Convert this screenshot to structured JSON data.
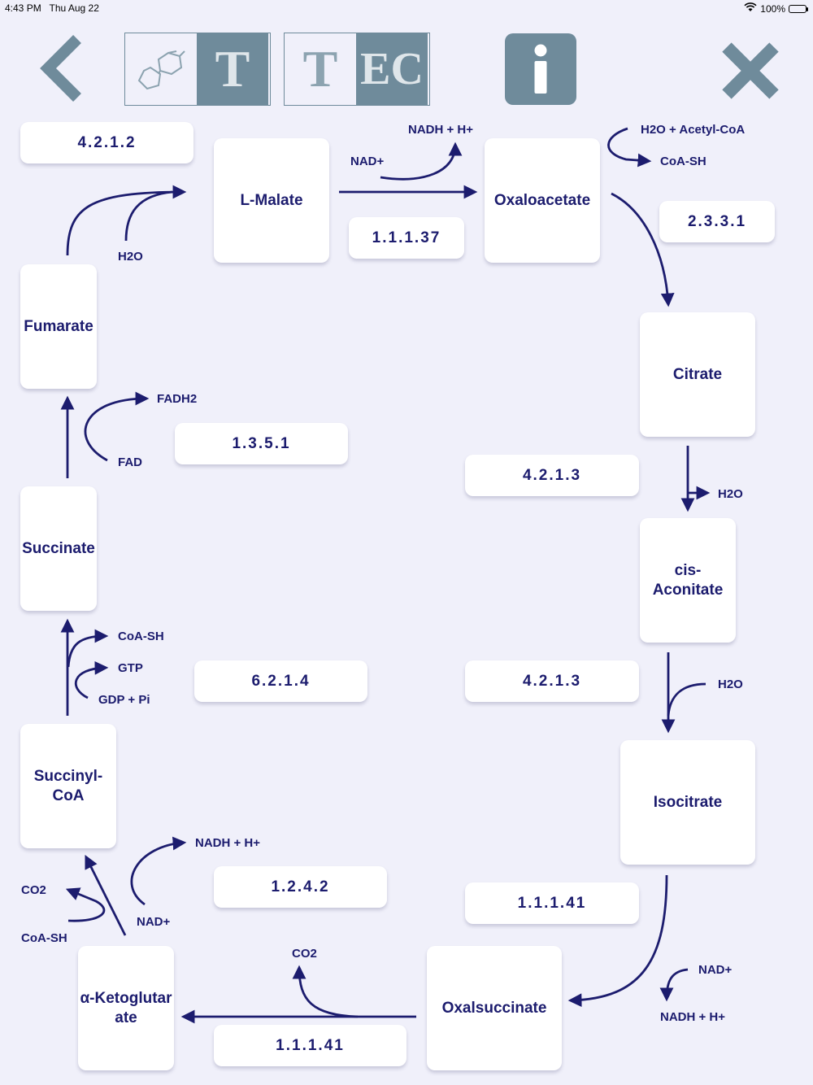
{
  "status_bar": {
    "time": "4:43 PM",
    "date": "Thu Aug 22",
    "battery": "100%"
  },
  "toolbar": {
    "back_icon": "chevron-left-icon",
    "mode1_right": "T",
    "mode2_left": "T",
    "mode2_right": "EC",
    "info_icon": "info-icon",
    "close_icon": "close-icon"
  },
  "metabolites": {
    "l_malate": "L-Malate",
    "oxaloacetate": "Oxaloacetate",
    "citrate": "Citrate",
    "cis_aconitate": "cis-Aconitate",
    "isocitrate": "Isocitrate",
    "oxalsuccinate": "Oxalsuccinate",
    "ketoglutarate": "α-Ketoglutarate",
    "succinyl_coa": "Succinyl-CoA",
    "succinate": "Succinate",
    "fumarate": "Fumarate"
  },
  "enzymes": {
    "fumarase": "4.2.1.2",
    "malate_dh": "1.1.1.37",
    "citrate_synthase": "2.3.3.1",
    "aconitase_1": "4.2.1.3",
    "aconitase_2": "4.2.1.3",
    "idh_1": "1.1.1.41",
    "idh_2": "1.1.1.41",
    "akgdh": "1.2.4.2",
    "succinyl_coa_synthetase": "6.2.1.4",
    "sdh": "1.3.5.1"
  },
  "cofactors": {
    "nadh_top": "NADH + H+",
    "nad_top": "NAD+",
    "h2o_acetylcoa": "H2O + Acetyl-CoA",
    "coash_top": "CoA-SH",
    "h2o_citrate": "H2O",
    "h2o_aconitate": "H2O",
    "nad_isocitrate": "NAD+",
    "nadh_isocitrate": "NADH + H+",
    "co2_oxalsuccinate": "CO2",
    "nadh_akg": "NADH + H+",
    "nad_akg": "NAD+",
    "co2_akg": "CO2",
    "coash_akg": "CoA-SH",
    "coash_succ": "CoA-SH",
    "gtp": "GTP",
    "gdp_pi": "GDP + Pi",
    "fadh2": "FADH2",
    "fad": "FAD",
    "h2o_fumarate": "H2O"
  }
}
